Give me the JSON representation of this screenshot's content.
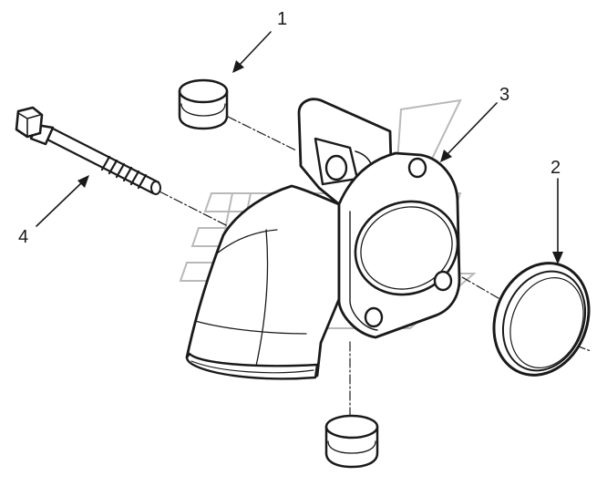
{
  "callouts": {
    "c1": "1",
    "c2": "2",
    "c3": "3",
    "c4": "4"
  },
  "parts": [
    {
      "id": "plug-top",
      "callout": "1"
    },
    {
      "id": "o-ring-seal",
      "callout": "2"
    },
    {
      "id": "water-outlet-housing",
      "callout": "3"
    },
    {
      "id": "flange-bolt",
      "callout": "4"
    },
    {
      "id": "plug-bottom",
      "callout": ""
    }
  ],
  "colors": {
    "ink": "#1a1a1a",
    "paper": "#ffffff",
    "watermark": "#b9b9b9"
  }
}
